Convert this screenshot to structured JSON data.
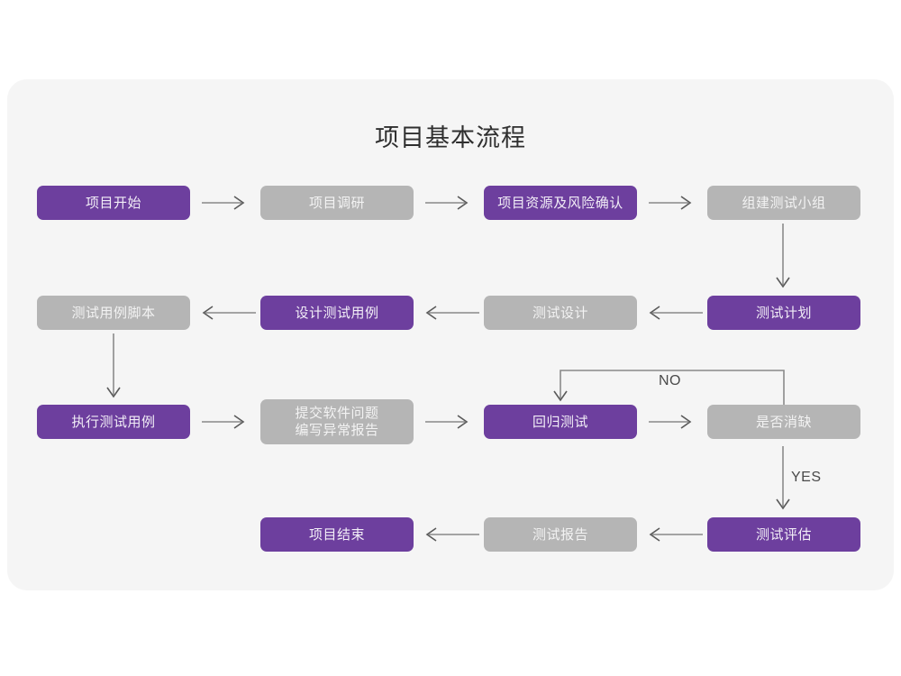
{
  "diagram": {
    "title": "项目基本流程",
    "background_color": "#f5f5f5",
    "page_color": "#ffffff",
    "colors": {
      "purple": "#6d3f9e",
      "gray": "#b5b5b5",
      "arrow": "#8a8a8a",
      "title_text": "#2f2f2f"
    },
    "nodes": [
      {
        "id": "n1",
        "label": "项目开始",
        "style": "purple",
        "row": 1,
        "col": 1
      },
      {
        "id": "n2",
        "label": "项目调研",
        "style": "gray",
        "row": 1,
        "col": 2
      },
      {
        "id": "n3",
        "label": "项目资源及风险确认",
        "style": "purple",
        "row": 1,
        "col": 3
      },
      {
        "id": "n4",
        "label": "组建测试小组",
        "style": "gray",
        "row": 1,
        "col": 4
      },
      {
        "id": "n5",
        "label": "测试用例脚本",
        "style": "gray",
        "row": 2,
        "col": 1
      },
      {
        "id": "n6",
        "label": "设计测试用例",
        "style": "purple",
        "row": 2,
        "col": 2
      },
      {
        "id": "n7",
        "label": "测试设计",
        "style": "gray",
        "row": 2,
        "col": 3
      },
      {
        "id": "n8",
        "label": "测试计划",
        "style": "purple",
        "row": 2,
        "col": 4
      },
      {
        "id": "n9",
        "label": "执行测试用例",
        "style": "purple",
        "row": 3,
        "col": 1
      },
      {
        "id": "n10",
        "label": "提交软件问题\n编写异常报告",
        "style": "gray",
        "row": 3,
        "col": 2
      },
      {
        "id": "n11",
        "label": "回归测试",
        "style": "purple",
        "row": 3,
        "col": 3
      },
      {
        "id": "n12",
        "label": "是否消缺",
        "style": "gray",
        "row": 3,
        "col": 4
      },
      {
        "id": "n13",
        "label": "项目结束",
        "style": "purple",
        "row": 4,
        "col": 2
      },
      {
        "id": "n14",
        "label": "测试报告",
        "style": "gray",
        "row": 4,
        "col": 3
      },
      {
        "id": "n15",
        "label": "测试评估",
        "style": "purple",
        "row": 4,
        "col": 4
      }
    ],
    "edge_labels": {
      "no": "NO",
      "yes": "YES"
    },
    "edges": [
      {
        "from": "n1",
        "to": "n2",
        "direction": "right"
      },
      {
        "from": "n2",
        "to": "n3",
        "direction": "right"
      },
      {
        "from": "n3",
        "to": "n4",
        "direction": "right"
      },
      {
        "from": "n4",
        "to": "n8",
        "direction": "down"
      },
      {
        "from": "n8",
        "to": "n7",
        "direction": "left"
      },
      {
        "from": "n7",
        "to": "n6",
        "direction": "left"
      },
      {
        "from": "n6",
        "to": "n5",
        "direction": "left"
      },
      {
        "from": "n5",
        "to": "n9",
        "direction": "down"
      },
      {
        "from": "n9",
        "to": "n10",
        "direction": "right"
      },
      {
        "from": "n10",
        "to": "n11",
        "direction": "right"
      },
      {
        "from": "n11",
        "to": "n12",
        "direction": "right"
      },
      {
        "from": "n12",
        "to": "n11",
        "direction": "loop-up-left",
        "label": "NO"
      },
      {
        "from": "n12",
        "to": "n15",
        "direction": "down",
        "label": "YES"
      },
      {
        "from": "n15",
        "to": "n14",
        "direction": "left"
      },
      {
        "from": "n14",
        "to": "n13",
        "direction": "left"
      }
    ]
  }
}
